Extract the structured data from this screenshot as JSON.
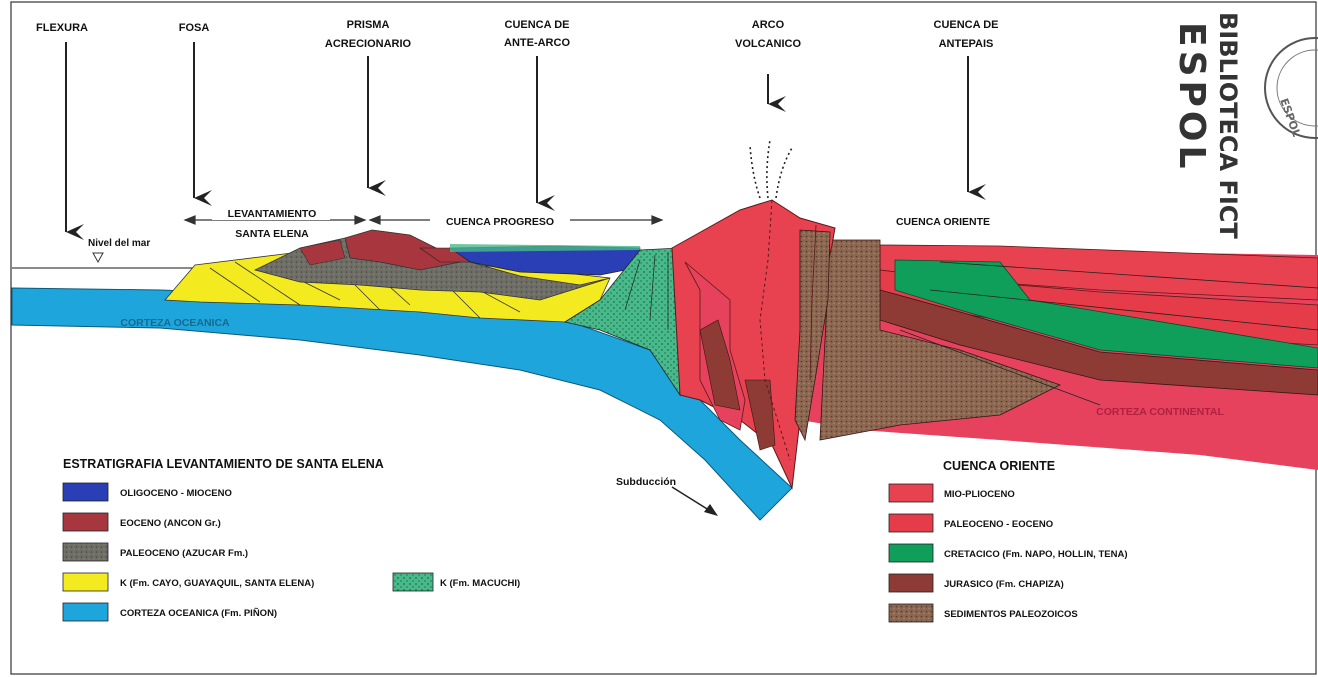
{
  "headers": {
    "flexura": "FLEXURA",
    "fosa": "FOSA",
    "prisma_1": "PRISMA",
    "prisma_2": "ACRECIONARIO",
    "ante_arco_1": "CUENCA DE",
    "ante_arco_2": "ANTE-ARCO",
    "arco_1": "ARCO",
    "arco_2": "VOLCANICO",
    "antepais_1": "CUENCA DE",
    "antepais_2": "ANTEPAIS"
  },
  "labels": {
    "levantamiento_1": "LEVANTAMIENTO",
    "levantamiento_2": "SANTA ELENA",
    "cuenca_progreso": "CUENCA PROGRESO",
    "cuenca_oriente": "CUENCA ORIENTE",
    "nivel_del_mar": "Nivel del mar",
    "corteza_oceanica": "CORTEZA OCEANICA",
    "corteza_continental": "CORTEZA CONTINENTAL",
    "subduccion": "Subducción"
  },
  "stamp": {
    "line1": "BIBLIOTECA FICT",
    "line2": "ESPOL",
    "seal_text": "ESPOL"
  },
  "legend_left": {
    "title": "ESTRATIGRAFIA LEVANTAMIENTO DE SANTA ELENA",
    "items": [
      {
        "label": "OLIGOCENO - MIOCENO",
        "color": "#2a3eb5"
      },
      {
        "label": "EOCENO (ANCON Gr.)",
        "color": "#a8363e"
      },
      {
        "label": "PALEOCENO (AZUCAR Fm.)",
        "color": "#6e6e66"
      },
      {
        "label": "K (Fm. CAYO, GUAYAQUIL, SANTA ELENA)",
        "color": "#f3ea1f"
      },
      {
        "label": "CORTEZA OCEANICA  (Fm. PIÑON)",
        "color": "#1ea5dc"
      }
    ],
    "extra_item": {
      "label": "K (Fm. MACUCHI)",
      "color": "#48b98a"
    }
  },
  "legend_right": {
    "title": "CUENCA ORIENTE",
    "items": [
      {
        "label": "MIO-PLIOCENO",
        "color": "#e8414f"
      },
      {
        "label": "PALEOCENO - EOCENO",
        "color": "#e63b48"
      },
      {
        "label": "CRETACICO (Fm. NAPO, HOLLIN, TENA)",
        "color": "#0f9f5a"
      },
      {
        "label": "JURASICO (Fm. CHAPIZA)",
        "color": "#8e3a35"
      },
      {
        "label": "SEDIMENTOS PALEOZOICOS",
        "color": "#8b6650"
      }
    ]
  },
  "colors": {
    "oceanic_crust": "#1ea5dc",
    "cretaceous_k": "#f3ea1f",
    "paleocene": "#6e6e66",
    "eocene": "#a8363e",
    "oligo_miocene": "#2a3eb5",
    "macuchi": "#48b98a",
    "volcanic_arc": "#e8414f",
    "continental_crust": "#e6425e",
    "cretacico_oriente": "#0f9f5a",
    "jurasico": "#8e3a35",
    "paleozoico": "#8b6650"
  }
}
